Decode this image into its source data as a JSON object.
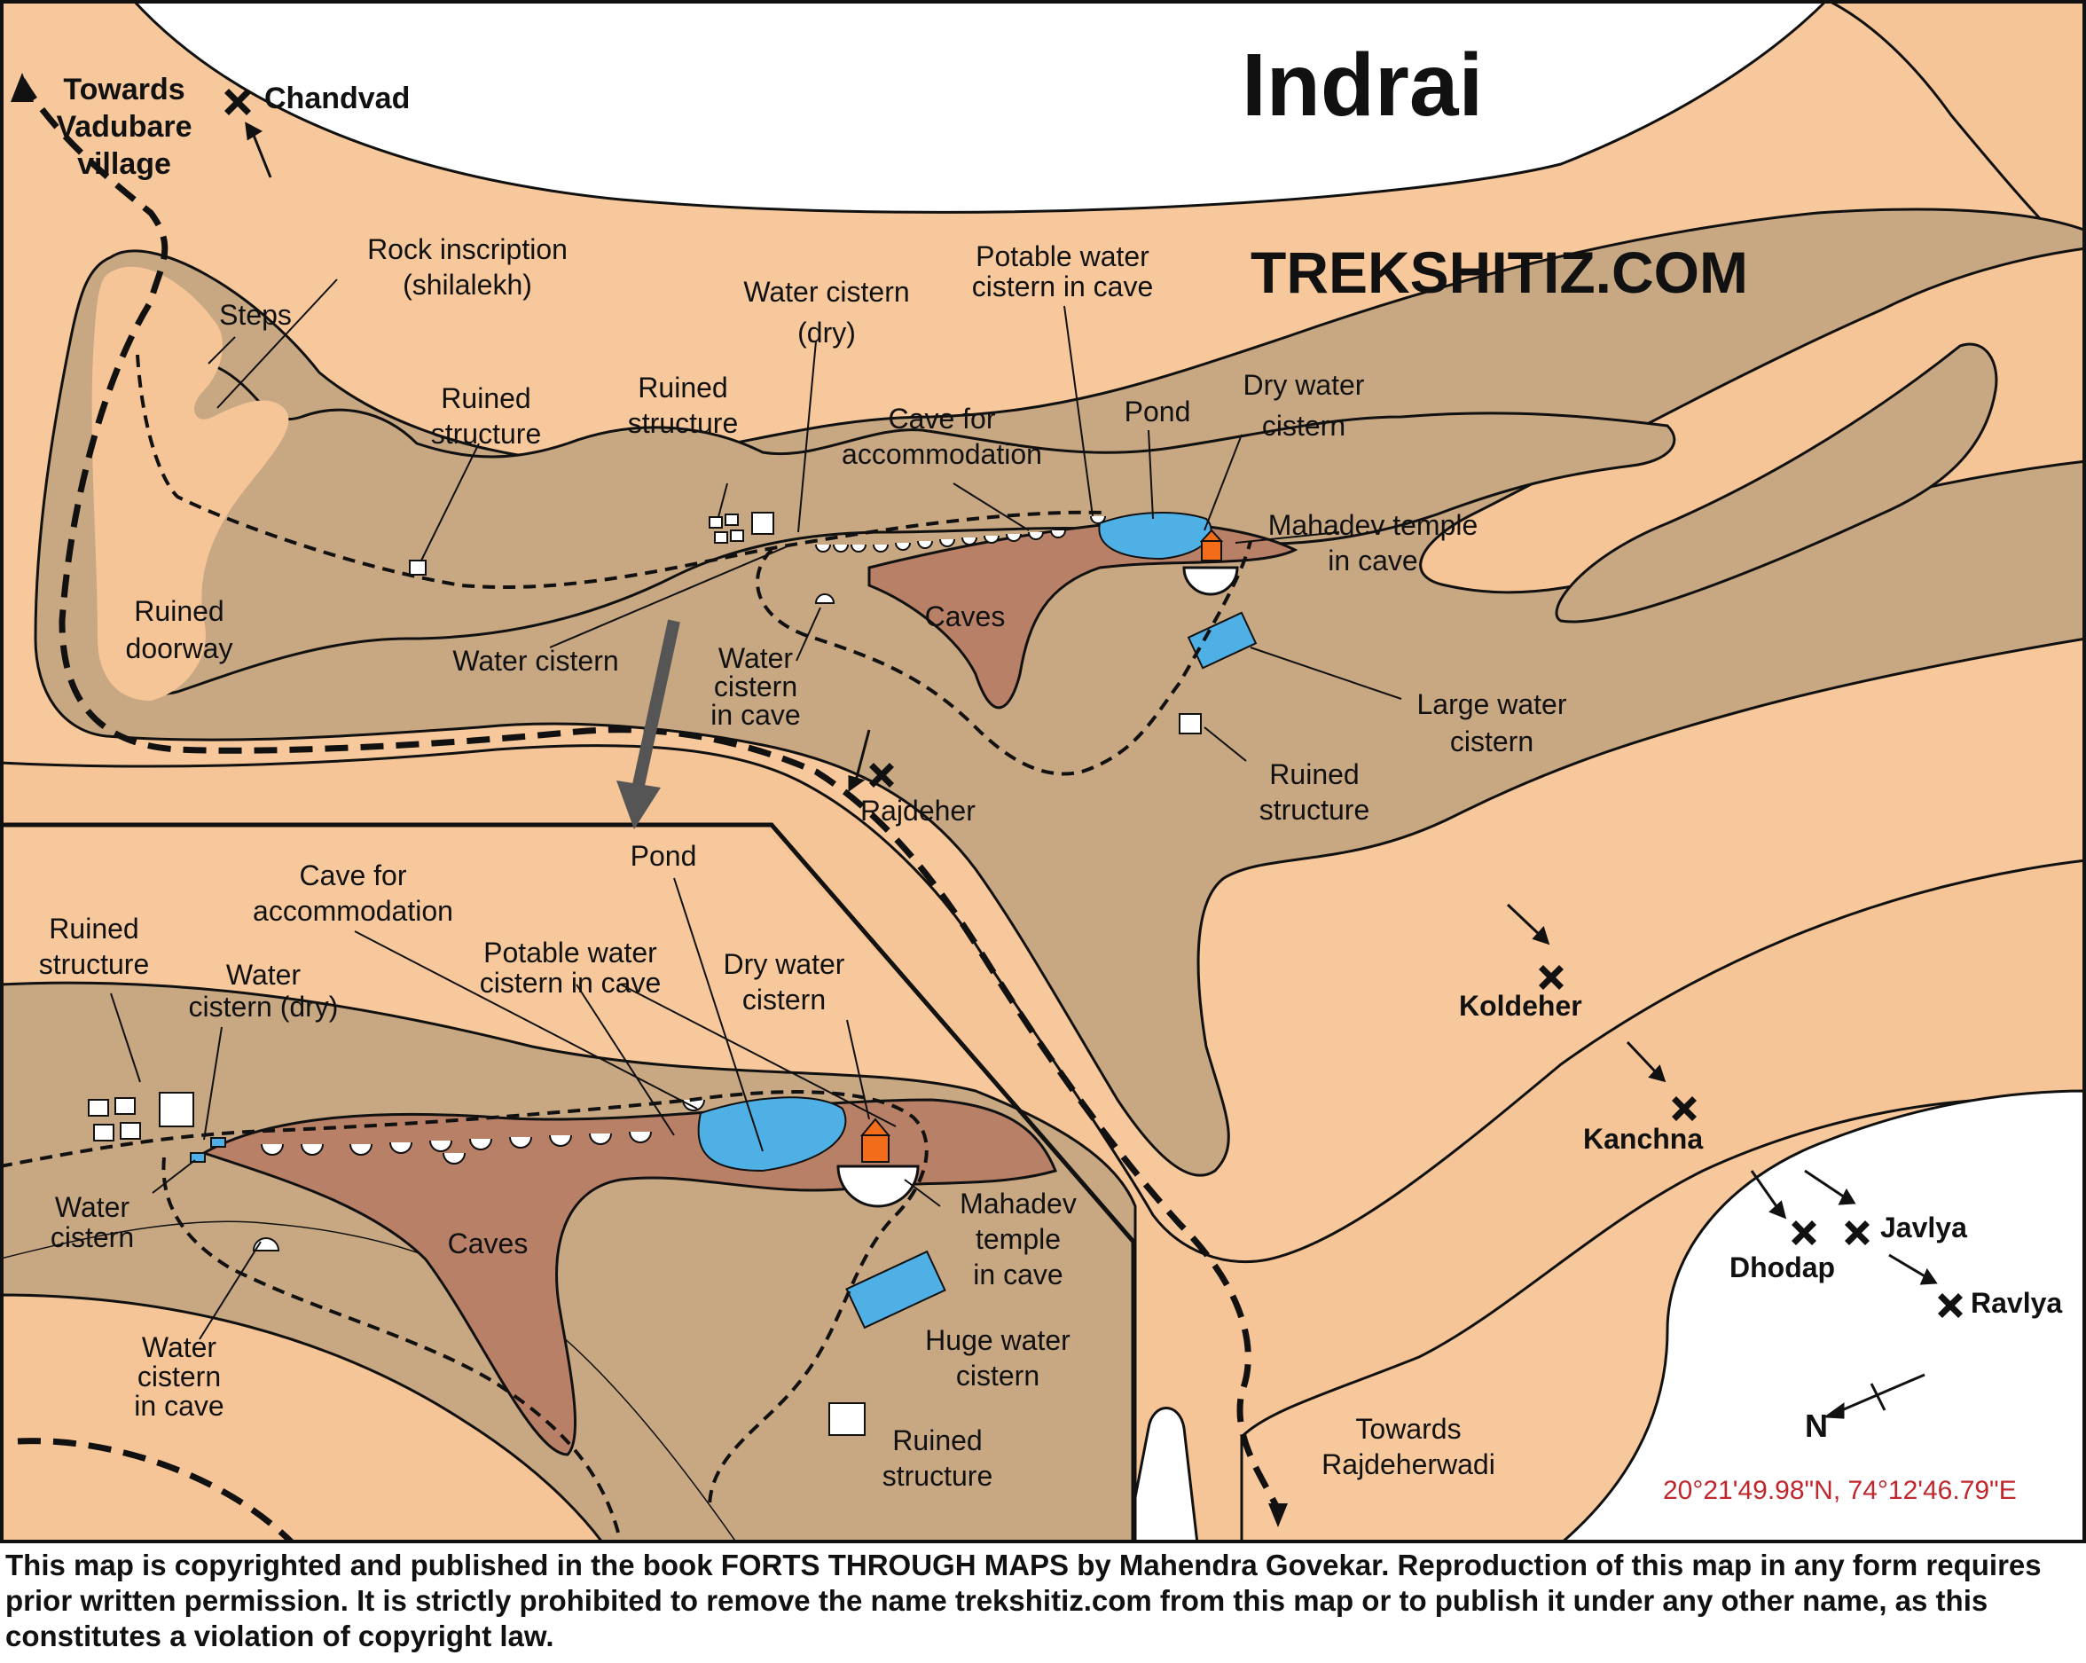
{
  "title": "Indrai",
  "watermark": "TREKSHITIZ.COM",
  "coordinates": "20°21'49.98\"N, 74°12'46.79\"E",
  "north_label": "N",
  "colors": {
    "plain": "#f5c597",
    "plain_light": "#f7c89b",
    "ridge": "#c8a783",
    "cave_zone": "#b98068",
    "water": "#4fb0e6",
    "temple": "#f26c1a",
    "coords_red": "#c0272d",
    "outline": "#111111",
    "white_area": "#ffffff"
  },
  "icons": [
    "fort-marker-icon",
    "direction-arrow-icon",
    "north-arrow-icon",
    "temple-icon",
    "ruin-icon",
    "cave-arc-icon",
    "water-cistern-icon"
  ],
  "directions": {
    "towards_vadubare": "Towards\nVadubare\nvillage",
    "towards_rajdeherwadi": "Towards\nRajdeherwadi"
  },
  "forts": [
    "Chandvad",
    "Rajdeher",
    "Koldeher",
    "Kanchna",
    "Dhodap",
    "Javlya",
    "Ravlya"
  ],
  "main_labels": {
    "rock_inscription": "Rock inscription\n(shilalekh)",
    "steps": "Steps",
    "ruined_structure_1": "Ruined\nstructure",
    "ruined_structure_2": "Ruined\nstructure",
    "water_cistern_dry": "Water cistern\n(dry)",
    "potable_water": "Potable water\ncistern in cave",
    "cave_for_accommodation": "Cave for\naccommodation",
    "pond": "Pond",
    "dry_water_cistern": "Dry water\ncistern",
    "mahadev_temple": "Mahadev temple\nin cave",
    "ruined_doorway": "Ruined\ndoorway",
    "water_cistern": "Water cistern",
    "water_cistern_in_cave": "Water\ncistern\nin cave",
    "caves": "Caves",
    "large_water_cistern": "Large water\ncistern",
    "ruined_structure_3": "Ruined\nstructure"
  },
  "inset_labels": {
    "pond": "Pond",
    "cave_for_accommodation": "Cave for\naccommodation",
    "ruined_structure": "Ruined\nstructure",
    "water_cistern_dry": "Water\ncistern (dry)",
    "potable_water": "Potable water\ncistern in cave",
    "dry_water_cistern": "Dry water\ncistern",
    "water_cistern": "Water\ncistern",
    "caves": "Caves",
    "mahadev_temple": "Mahadev\ntemple\nin cave",
    "huge_water_cistern": "Huge water\ncistern",
    "water_cistern_in_cave": "Water\ncistern\nin cave",
    "ruined_structure_2": "Ruined\nstructure"
  },
  "copyright": "This map is copyrighted and published in the book FORTS THROUGH MAPS by Mahendra Govekar. Reproduction of this map in any form requires prior written permission. It is strictly prohibited to remove the name trekshitiz.com from this map or to publish it under any other name, as this constitutes a violation of copyright law."
}
